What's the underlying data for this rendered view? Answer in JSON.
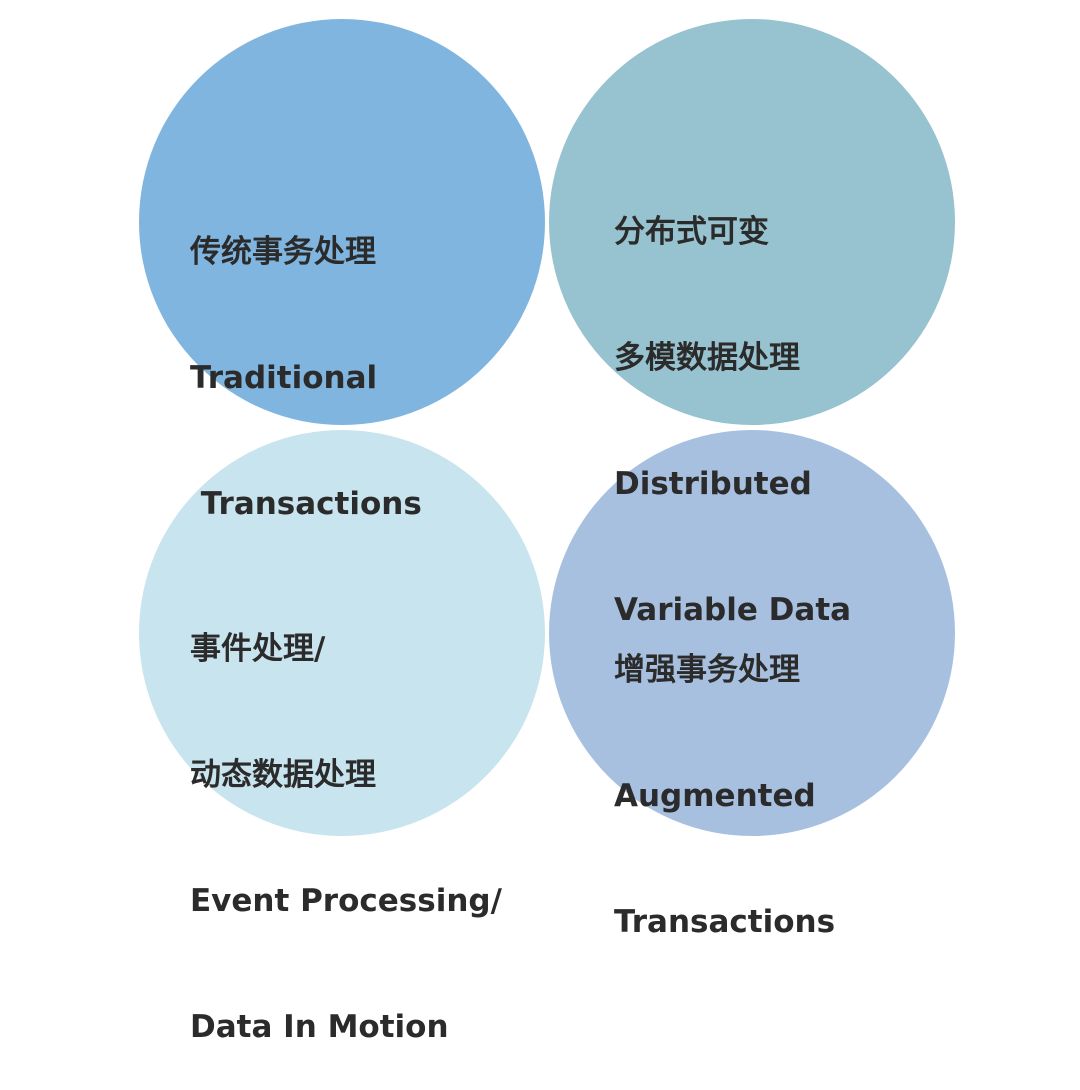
{
  "colors": {
    "traditional": "#7fb5de",
    "distributed": "#97c2cf",
    "event": "#c8e4ee",
    "augmented": "#a8c0e0",
    "text": "#2b2b2b"
  },
  "circles": [
    {
      "lines": [
        "传统事务处理",
        "Traditional",
        " Transactions"
      ]
    },
    {
      "lines": [
        "分布式可变",
        "多模数据处理",
        "Distributed",
        "Variable Data"
      ]
    },
    {
      "lines": [
        "事件处理/",
        "动态数据处理",
        "Event Processing/",
        "Data In Motion"
      ]
    },
    {
      "lines": [
        "增强事务处理",
        "Augmented",
        "Transactions"
      ]
    }
  ]
}
